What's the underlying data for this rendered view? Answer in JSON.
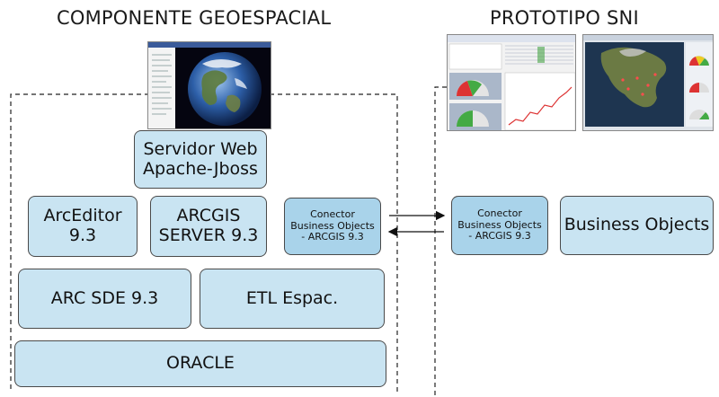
{
  "titles": {
    "left": "COMPONENTE GEOESPACIAL",
    "right": "PROTOTIPO SNI"
  },
  "boxes": {
    "web_server": [
      "Servidor Web",
      "Apache-Jboss"
    ],
    "arceditor": [
      "ArcEditor",
      "9.3"
    ],
    "arcgis_server": [
      "ARCGIS",
      "SERVER 9.3"
    ],
    "connector_left": [
      "Conector",
      "Business Objects",
      "- ARCGIS 9.3"
    ],
    "arcsde": "ARC SDE 9.3",
    "etl": "ETL Espac.",
    "oracle": "ORACLE",
    "connector_right": [
      "Conector",
      "Business Objects",
      "- ARCGIS 9.3"
    ],
    "business_objects": "Business Objects"
  },
  "colors": {
    "box_fill": "#c9e4f2",
    "connector_fill": "#a9d3ea",
    "border": "#4a4a4a"
  },
  "icons": [
    "globe-screenshot",
    "dashboard-screenshot",
    "map-screenshot"
  ]
}
